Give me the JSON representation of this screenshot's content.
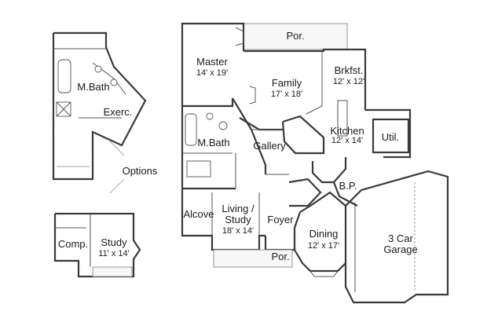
{
  "rooms": {
    "master": {
      "name": "Master",
      "dims": "14' x 19'"
    },
    "family": {
      "name": "Family",
      "dims": "17' x 18'"
    },
    "brkfst": {
      "name": "Brkfst.",
      "dims": "12' x 12'"
    },
    "kitchen": {
      "name": "Kitchen",
      "dims": "12' x 14'"
    },
    "util": {
      "name": "Util."
    },
    "mbath": {
      "name": "M.Bath"
    },
    "gallery": {
      "name": "Gallery"
    },
    "bp": {
      "name": "B.P."
    },
    "alcove": {
      "name": "Alcove"
    },
    "living": {
      "name_line1": "Living /",
      "name_line2": "Study",
      "dims": "18' x 14'"
    },
    "foyer": {
      "name": "Foyer"
    },
    "dining": {
      "name": "Dining",
      "dims": "12' x 17'"
    },
    "garage": {
      "name_line1": "3 Car",
      "name_line2": "Garage"
    },
    "porch_rear": {
      "name": "Por."
    },
    "porch_front": {
      "name": "Por."
    }
  },
  "options": {
    "heading": "Options",
    "option_a": {
      "mbath": "M.Bath",
      "exerc": "Exerc."
    },
    "option_b": {
      "comp": "Comp.",
      "study": "Study",
      "study_dims": "11' x 14'"
    }
  }
}
